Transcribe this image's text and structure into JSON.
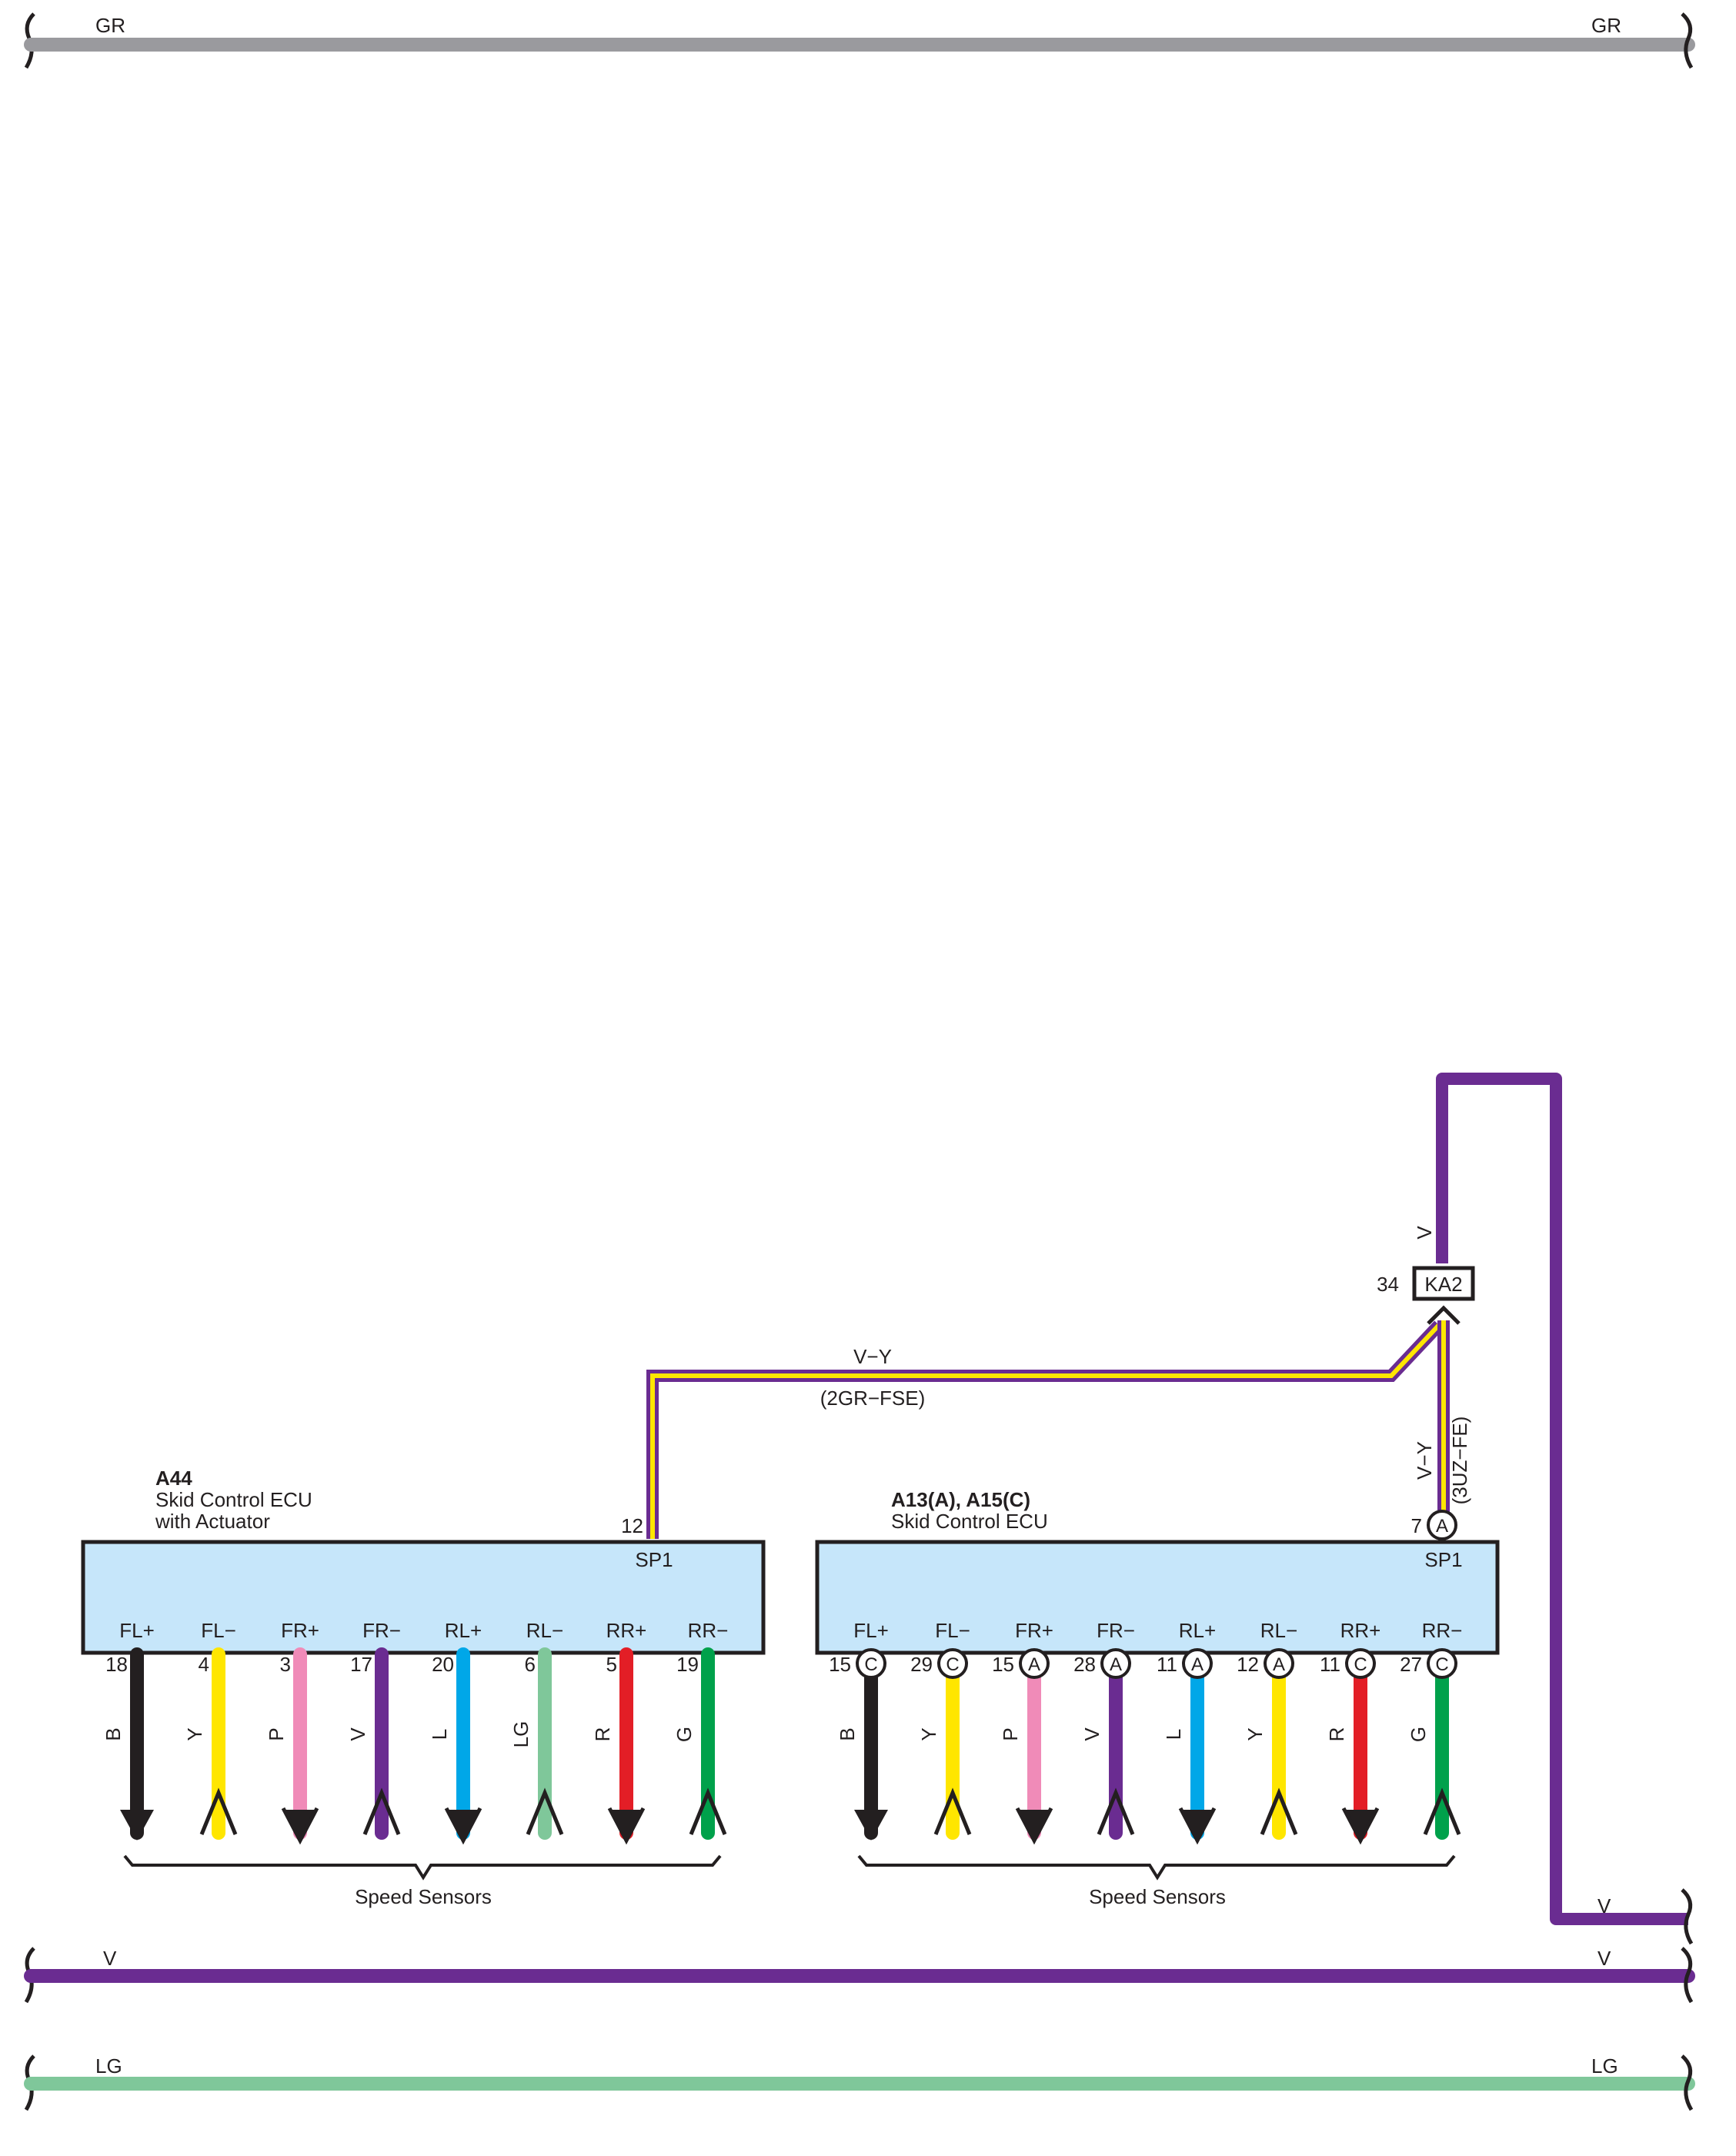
{
  "bus_lines": {
    "gr": {
      "label_left": "GR",
      "label_right": "GR",
      "color": "#9a9a9e"
    },
    "v": {
      "label_left": "V",
      "label_right": "V",
      "color": "#6a2c91"
    },
    "lg": {
      "label_left": "LG",
      "label_right": "LG",
      "color": "#7fc79a"
    },
    "v_return": {
      "label": "V",
      "color": "#6a2c91"
    }
  },
  "ecu_left": {
    "code": "A44",
    "name_line1": "Skid Control ECU",
    "name_line2": "with Actuator",
    "sp1_label": "SP1",
    "sp1_pin": "12",
    "box_fill": "#c6e6fa",
    "pins": [
      {
        "label": "FL+",
        "number": "18",
        "wire": "B",
        "color": "#231f20",
        "dir": "out"
      },
      {
        "label": "FL−",
        "number": "4",
        "wire": "Y",
        "color": "#ffe600",
        "dir": "in"
      },
      {
        "label": "FR+",
        "number": "3",
        "wire": "P",
        "color": "#f08bb8",
        "dir": "out"
      },
      {
        "label": "FR−",
        "number": "17",
        "wire": "V",
        "color": "#6a2c91",
        "dir": "in"
      },
      {
        "label": "RL+",
        "number": "20",
        "wire": "L",
        "color": "#00a7e8",
        "dir": "out"
      },
      {
        "label": "RL−",
        "number": "6",
        "wire": "LG",
        "color": "#7fc79a",
        "dir": "in"
      },
      {
        "label": "RR+",
        "number": "5",
        "wire": "R",
        "color": "#e31e26",
        "dir": "out"
      },
      {
        "label": "RR−",
        "number": "19",
        "wire": "G",
        "color": "#00a14b",
        "dir": "in"
      }
    ],
    "group_label": "Speed Sensors"
  },
  "ecu_right": {
    "code": "A13(A), A15(C)",
    "name_line1": "Skid Control ECU",
    "sp1_label": "SP1",
    "sp1_pin": "7",
    "sp1_connector": "A",
    "box_fill": "#c6e6fa",
    "pins": [
      {
        "label": "FL+",
        "number": "15",
        "connector": "C",
        "wire": "B",
        "color": "#231f20",
        "dir": "out"
      },
      {
        "label": "FL−",
        "number": "29",
        "connector": "C",
        "wire": "Y",
        "color": "#ffe600",
        "dir": "in"
      },
      {
        "label": "FR+",
        "number": "15",
        "connector": "A",
        "wire": "P",
        "color": "#f08bb8",
        "dir": "out"
      },
      {
        "label": "FR−",
        "number": "28",
        "connector": "A",
        "wire": "V",
        "color": "#6a2c91",
        "dir": "in"
      },
      {
        "label": "RL+",
        "number": "11",
        "connector": "A",
        "wire": "L",
        "color": "#00a7e8",
        "dir": "out"
      },
      {
        "label": "RL−",
        "number": "12",
        "connector": "A",
        "wire": "Y",
        "color": "#ffe600",
        "dir": "in"
      },
      {
        "label": "RR+",
        "number": "11",
        "connector": "C",
        "wire": "R",
        "color": "#e31e26",
        "dir": "out"
      },
      {
        "label": "RR−",
        "number": "27",
        "connector": "C",
        "wire": "G",
        "color": "#00a14b",
        "dir": "in"
      }
    ],
    "group_label": "Speed Sensors"
  },
  "connector_ka2": {
    "label": "KA2",
    "pin": "34",
    "wire_above": "V",
    "wire_above_color": "#6a2c91"
  },
  "signal_wire": {
    "label": "V−Y",
    "variant_2gr": "(2GR−FSE)",
    "variant_3uz": "(3UZ−FE)",
    "vertical_label": "V−Y",
    "outer_color": "#6a2c91",
    "inner_color": "#ffe600"
  }
}
